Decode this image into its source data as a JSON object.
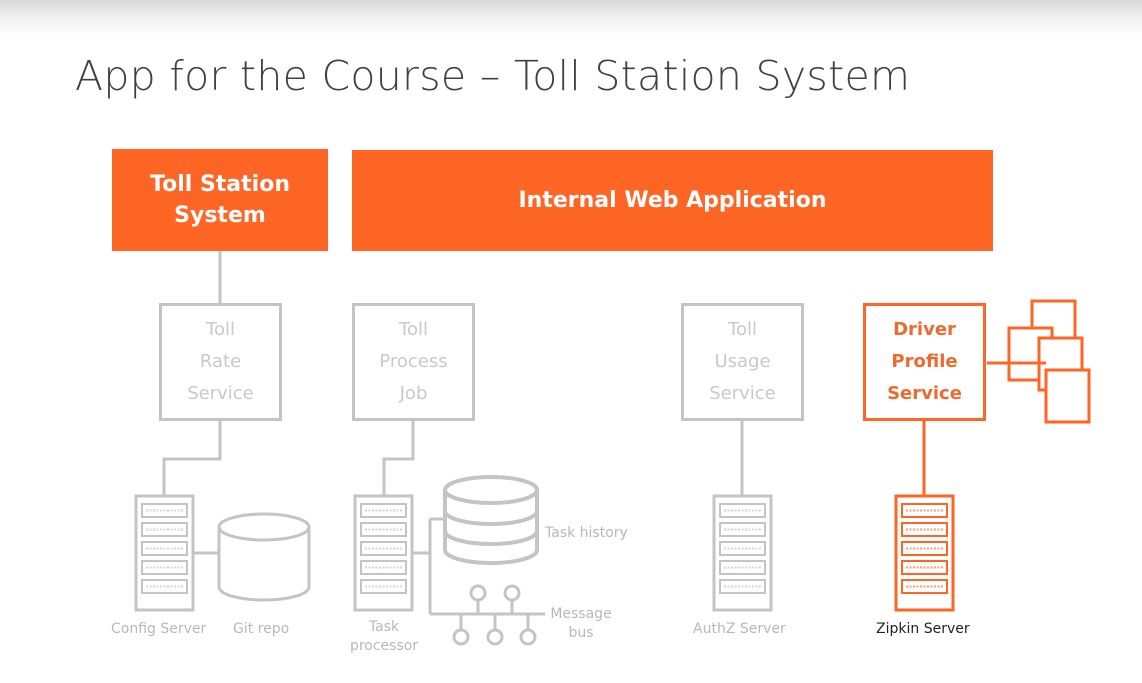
{
  "title": "App for the Course – Toll Station System",
  "top_boxes": {
    "toll_station_system": [
      "Toll Station",
      "System"
    ],
    "internal_web_application": "Internal Web Application"
  },
  "services": {
    "toll_rate": [
      "Toll",
      "Rate",
      "Service"
    ],
    "toll_process": [
      "Toll",
      "Process",
      "Job"
    ],
    "toll_usage": [
      "Toll",
      "Usage",
      "Service"
    ],
    "driver_profile": [
      "Driver",
      "Profile",
      "Service"
    ]
  },
  "labels": {
    "config_server": "Config Server",
    "git_repo": "Git repo",
    "task_history": "Task history",
    "message_bus": [
      "Message",
      "bus"
    ],
    "task_processor": [
      "Task",
      "processor"
    ],
    "authz_server": "AuthZ Server",
    "zipkin_server": "Zipkin Server"
  },
  "colors": {
    "accent": "#ff6525",
    "inactive": "#c4c4c4",
    "title": "#404040"
  }
}
